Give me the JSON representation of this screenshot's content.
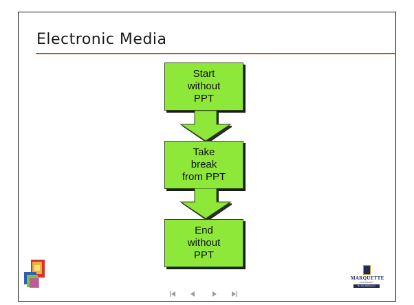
{
  "slide": {
    "title": "Electronic Media",
    "accent_color": "#d24a21"
  },
  "flowchart": {
    "box_color": "#8ee83a",
    "steps": [
      {
        "label": "Start\nwithout\nPPT"
      },
      {
        "label": "Take\nbreak\nfrom PPT"
      },
      {
        "label": "End\nwithout\nPPT"
      }
    ]
  },
  "footer": {
    "left_logo": "colored-squares-logo",
    "right_logo": {
      "name": "marquette-university-logo",
      "wordmark": "MARQUETTE",
      "subtitle": "UNIVERSITY",
      "tagline": "Be The Difference"
    },
    "nav_buttons": [
      {
        "icon": "first-slide-icon"
      },
      {
        "icon": "previous-slide-icon"
      },
      {
        "icon": "next-slide-icon"
      },
      {
        "icon": "last-slide-icon"
      }
    ]
  }
}
